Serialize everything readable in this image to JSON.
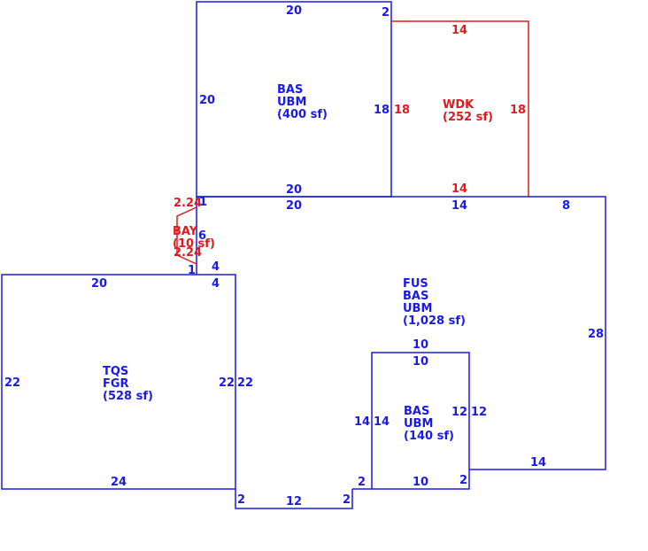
{
  "colors": {
    "main": "#1a1ae6",
    "deck": "#e01b1b",
    "background": "#ffffff"
  },
  "areas": {
    "bas_top": {
      "line1": "BAS",
      "line2": "UBM",
      "line3": "(400 sf)"
    },
    "wdk": {
      "line1": "WDK",
      "line2": "(252 sf)"
    },
    "fus": {
      "line1": "FUS",
      "line2": "BAS",
      "line3": "UBM",
      "line4": "(1,028 sf)"
    },
    "tqs": {
      "line1": "TQS",
      "line2": "FGR",
      "line3": "(528 sf)"
    },
    "bas_small": {
      "line1": "BAS",
      "line2": "UBM",
      "line3": "(140 sf)"
    },
    "bay": {
      "line1": "BAY",
      "line2": "(10 sf)"
    }
  },
  "dims": {
    "bas_top": {
      "top": "20",
      "left": "20",
      "right": "18",
      "bottom": "20",
      "corner": "2"
    },
    "wdk": {
      "top": "14",
      "left": "18",
      "right": "18",
      "bottom": "14"
    },
    "fus": {
      "top_left": "20",
      "top_mid": "14",
      "top_right": "8",
      "right": "28",
      "bottom_right": "14",
      "bay_side": "6",
      "step_top": "4",
      "step_bot": "4",
      "step_left": "1",
      "step_upper": "1"
    },
    "tqs": {
      "top": "20",
      "left": "22",
      "right_in": "22",
      "right_out": "22",
      "bottom": "24"
    },
    "lower": {
      "left_step": "2",
      "bottom": "12",
      "right_step": "2",
      "inner_step": "2",
      "inner_corner": "2"
    },
    "bas_small": {
      "top_out": "10",
      "top_in": "10",
      "left_out": "14",
      "left_in": "14",
      "right_in": "12",
      "right_out": "12",
      "bottom": "10"
    },
    "bay": {
      "top": "2.24",
      "bottom": "2.24"
    }
  }
}
